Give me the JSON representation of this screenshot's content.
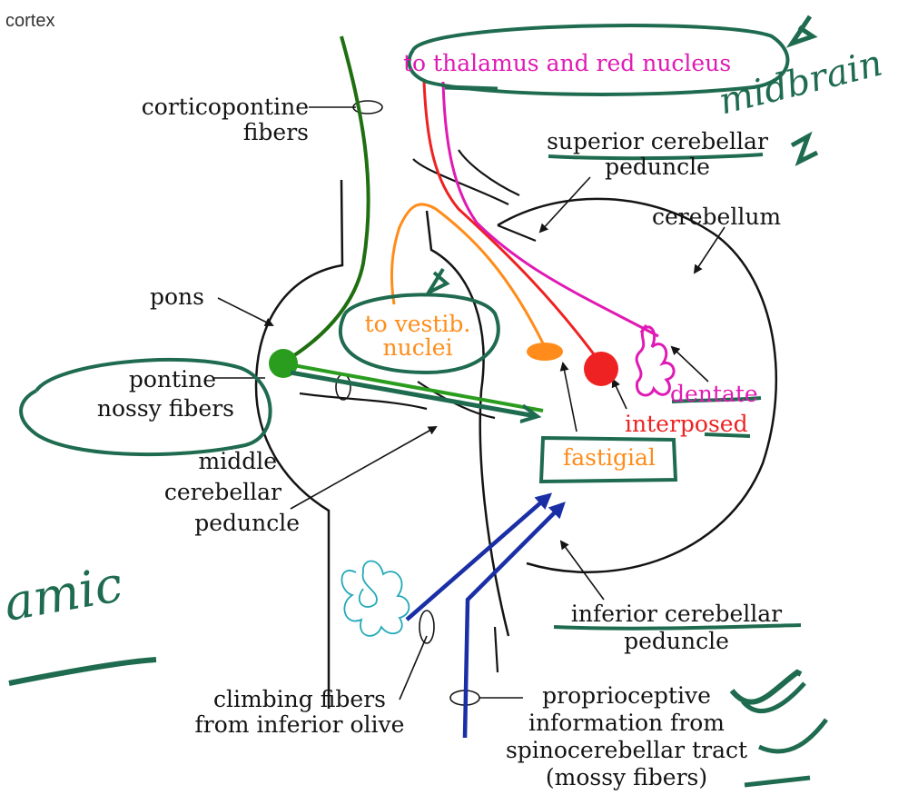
{
  "corner_text": "cortex",
  "labels": {
    "thalamus": "to thalamus and red nucleus",
    "corticopontine_1": "corticopontine",
    "corticopontine_2": "fibers",
    "superior_1": "superior cerebellar",
    "superior_2": "peduncle",
    "cerebellum": "cerebellum",
    "pons": "pons",
    "vestib_1": "to vestib.",
    "vestib_2": "nuclei",
    "pontine_1": "pontine",
    "pontine_2": "nossy fibers",
    "dentate": "dentate",
    "interposed": "interposed",
    "fastigial": "fastigial",
    "middle_1": "middle",
    "middle_2": "cerebellar",
    "middle_3": "peduncle",
    "inferior_1": "inferior cerebellar",
    "inferior_2": "peduncle",
    "climbing_1": "climbing fibers",
    "climbing_2": "from inferior olive",
    "proprio_1": "proprioceptive",
    "proprio_2": "information from",
    "proprio_3": "spinocerebellar tract",
    "proprio_4": "(mossy fibers)"
  },
  "handwriting": {
    "midbrain": "midbrain",
    "amic": "amic"
  },
  "colors": {
    "line": "#141414",
    "green_fiber": "#2a9d1f",
    "dark_green_fiber": "#1f6e10",
    "orange": "#ff8c1a",
    "red": "#ee2222",
    "magenta": "#e01ab4",
    "blue": "#1a2fa6",
    "cyan": "#22a9b8",
    "annotation": "#1f6b50"
  }
}
